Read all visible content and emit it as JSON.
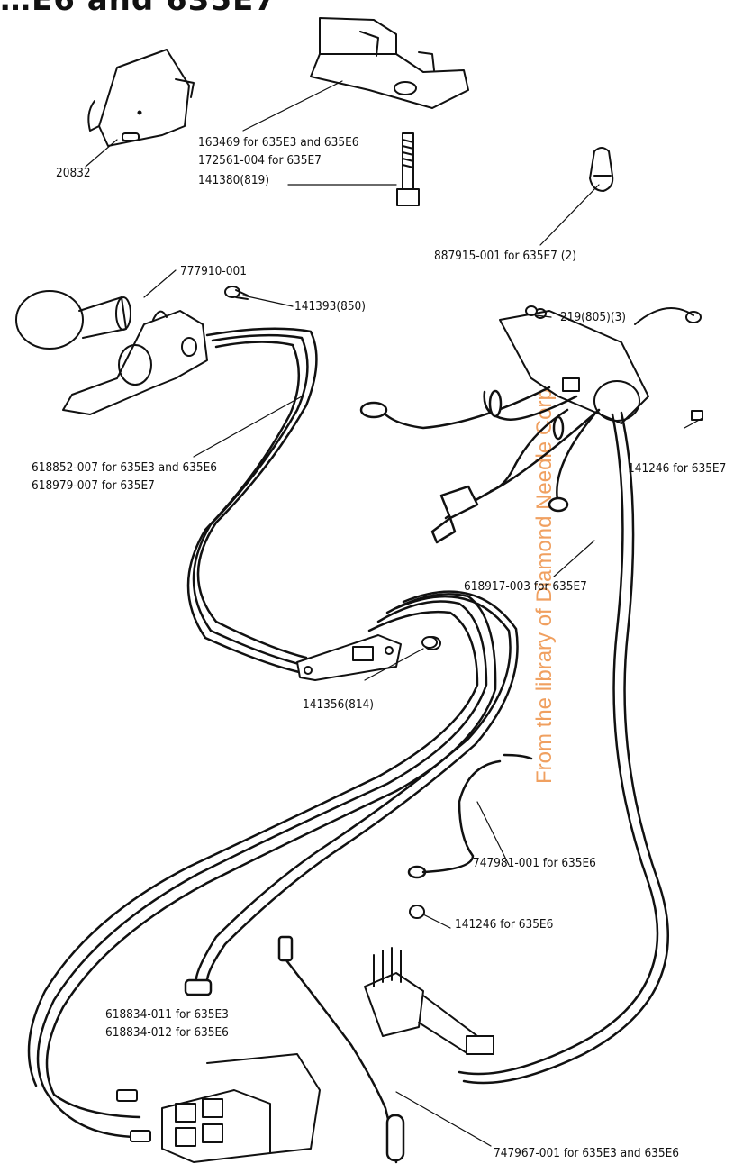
{
  "title_partial": "…E6 and 635E7",
  "watermark": "From the library of Diamond Needle Corp",
  "labels": {
    "p20832": "20832",
    "p163469": "163469 for 635E3 and 635E6",
    "p172561": "172561-004 for 635E7",
    "p141380": "141380(819)",
    "p887915": "887915-001 for 635E7 (2)",
    "p777910": "777910-001",
    "p141393": "141393(850)",
    "p219": "219(805)(3)",
    "p618852": "618852-007 for 635E3 and 635E6",
    "p618979": "618979-007 for 635E7",
    "p141246a": "141246 for 635E7",
    "p618917": "618917-003 for 635E7",
    "p141356": "141356(814)",
    "p747981": "747981-001 for 635E6",
    "p141246b": "141246 for 635E6",
    "p618834a": "618834-011 for 635E3",
    "p618834b": "618834-012 for 635E6",
    "p747967": "747967-001 for 635E3 and 635E6"
  }
}
